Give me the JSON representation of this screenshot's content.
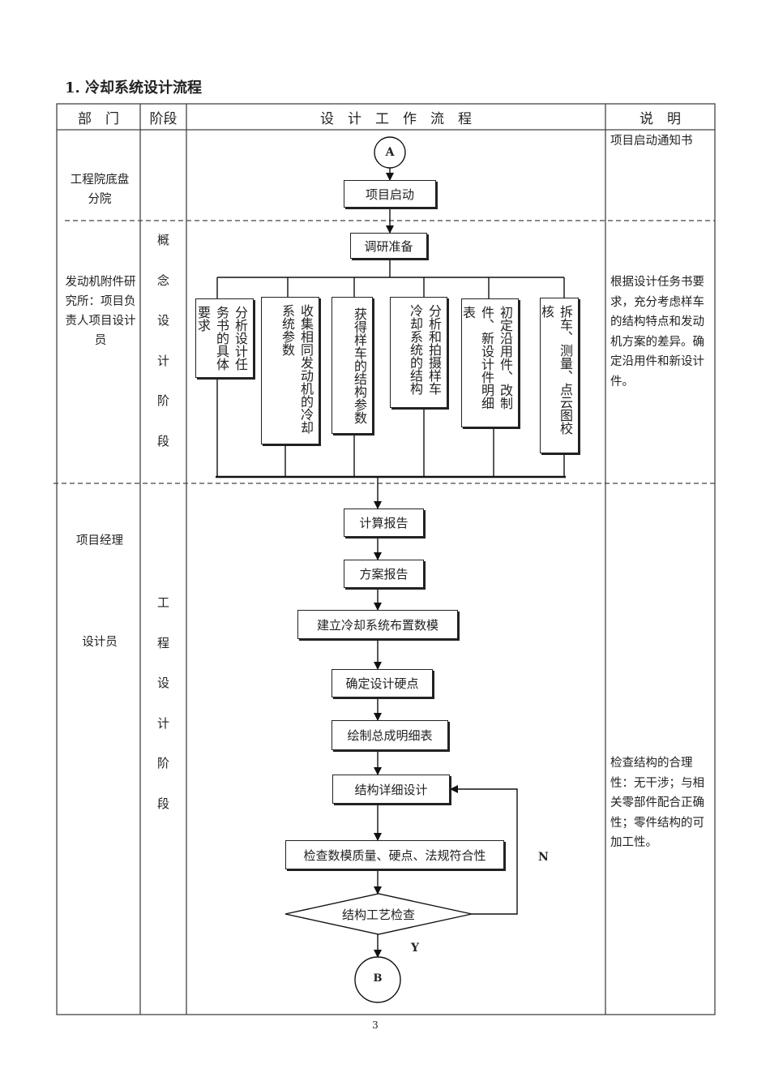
{
  "title": "1. 冷却系统设计流程",
  "headers": {
    "dept": "部　门",
    "stage": "阶段",
    "flow": "设　计　工　作　流　程",
    "note": "说　明"
  },
  "departments": {
    "d1": "工程院底盘分院",
    "d2": "发动机附件研究所：项目负责人项目设计员",
    "d3": "项目经理",
    "d4": "设计员"
  },
  "stages": {
    "concept": [
      "概",
      "念",
      "设",
      "计",
      "阶",
      "段"
    ],
    "engineering": [
      "工",
      "程",
      "设",
      "计",
      "阶",
      "段"
    ]
  },
  "notes": {
    "n1": "项目启动通知书",
    "n2": "根据设计任务书要求，充分考虑样车的结构特点和发动机方案的差异。确定沿用件和新设计件。",
    "n3": "检查结构的合理性：无干涉；与相关零部件配合正确性；零件结构的可加工性。"
  },
  "flow": {
    "start": "A",
    "end": "B",
    "kickoff": "项目启动",
    "research": "调研准备",
    "parallel": [
      "分析设计任务书的具体要求",
      "收集相同发动机的冷却系统参数",
      "获得样车的结构参数",
      "分析和拍摄样车冷却系统的结构",
      "初定沿用件、改制件、新设计件明细表",
      "拆车、测量、点云图校核"
    ],
    "calc": "计算报告",
    "plan": "方案报告",
    "model": "建立冷却系统布置数模",
    "hardpoint": "确定设计硬点",
    "bom": "绘制总成明细表",
    "detail": "结构详细设计",
    "check": "检查数模质量、硬点、法规符合性",
    "process": "结构工艺检查",
    "no": "N",
    "yes": "Y"
  },
  "page_number": "3"
}
